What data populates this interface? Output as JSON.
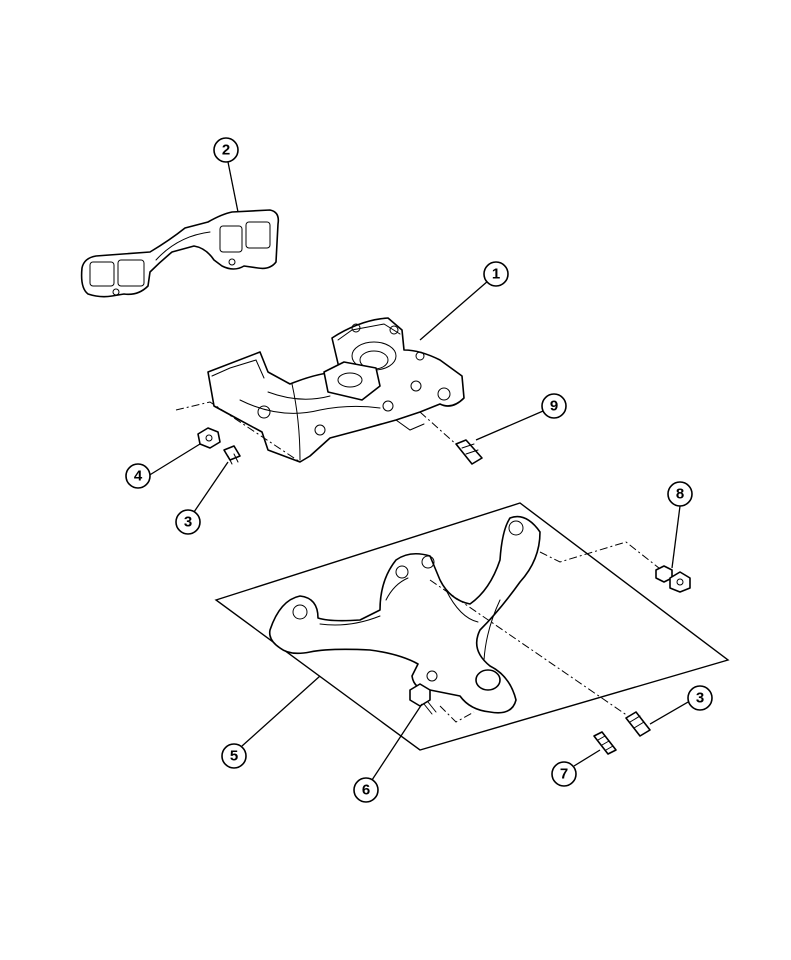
{
  "callouts": [
    {
      "id": "c1",
      "label": "1"
    },
    {
      "id": "c2",
      "label": "2"
    },
    {
      "id": "c3a",
      "label": "3"
    },
    {
      "id": "c3b",
      "label": "3"
    },
    {
      "id": "c4",
      "label": "4"
    },
    {
      "id": "c5",
      "label": "5"
    },
    {
      "id": "c6",
      "label": "6"
    },
    {
      "id": "c7",
      "label": "7"
    },
    {
      "id": "c8",
      "label": "8"
    },
    {
      "id": "c9",
      "label": "9"
    }
  ],
  "colors": {
    "line": "#000000",
    "background": "#ffffff"
  }
}
